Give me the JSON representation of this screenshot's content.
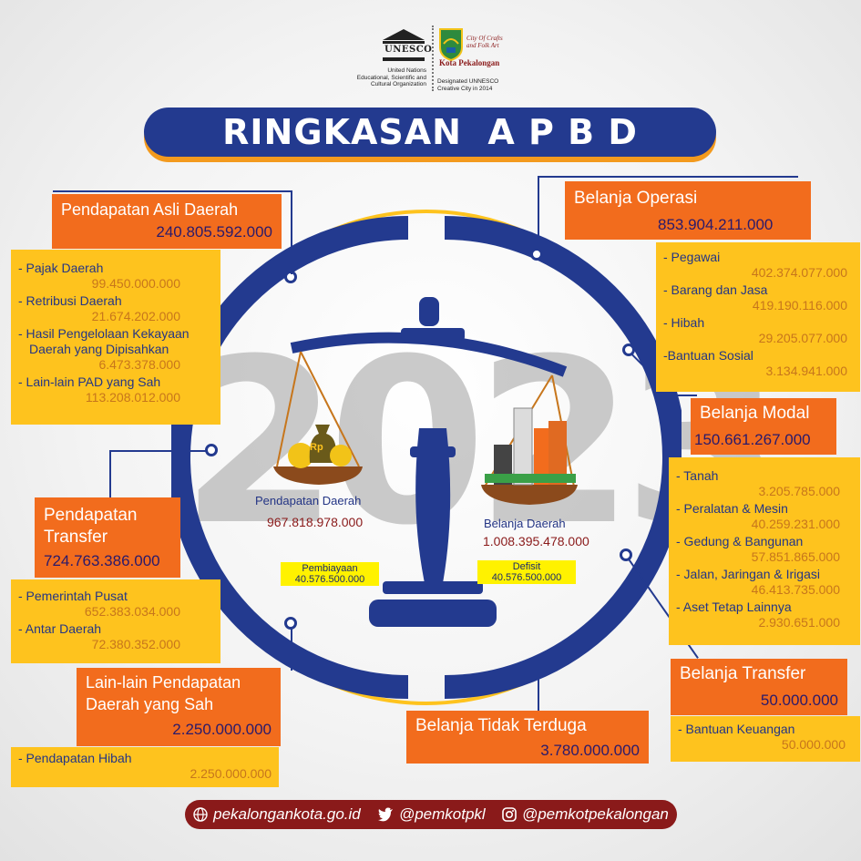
{
  "header": {
    "unesco_word": "UNESCO",
    "unesco_caption": [
      "United Nations",
      "Educational, Scientific and",
      "Cultural Organization"
    ],
    "city_tagline": [
      "City Of Crafts",
      "and Folk Art"
    ],
    "city_name": "Kota Pekalongan",
    "designation": [
      "Designated UNNESCO",
      "Creative City in 2014"
    ]
  },
  "title": "RINGKASAN  A P B D",
  "watermark_year": "2023",
  "left": {
    "pad": {
      "label": "Pendapatan Asli Daerah",
      "value": "240.805.592.000",
      "items": [
        {
          "label": "- Pajak Daerah",
          "value": "99.450.000.000"
        },
        {
          "label": "- Retribusi Daerah",
          "value": "21.674.202.000"
        },
        {
          "label": "- Hasil Pengelolaan Kekayaan",
          "label2": "Daerah yang Dipisahkan",
          "value": "6.473.378.000"
        },
        {
          "label": "- Lain-lain PAD yang Sah",
          "value": "113.208.012.000"
        }
      ]
    },
    "transfer": {
      "label1": "Pendapatan",
      "label2": "Transfer",
      "value": "724.763.386.000",
      "items": [
        {
          "label": "- Pemerintah Pusat",
          "value": "652.383.034.000"
        },
        {
          "label": "- Antar Daerah",
          "value": "72.380.352.000"
        }
      ]
    },
    "lain": {
      "label1": "Lain-lain Pendapatan",
      "label2": "Daerah yang Sah",
      "value": "2.250.000.000",
      "items": [
        {
          "label": "- Pendapatan Hibah",
          "value": "2.250.000.000"
        }
      ]
    }
  },
  "right": {
    "operasi": {
      "label": "Belanja Operasi",
      "value": "853.904.211.000",
      "items": [
        {
          "label": "- Pegawai",
          "value": "402.374.077.000"
        },
        {
          "label": "- Barang dan Jasa",
          "value": "419.190.116.000"
        },
        {
          "label": "- Hibah",
          "value": "29.205.077.000"
        },
        {
          "label": "-Bantuan Sosial",
          "value": "3.134.941.000"
        }
      ]
    },
    "modal": {
      "label": "Belanja Modal",
      "value": "150.661.267.000",
      "items": [
        {
          "label": "- Tanah",
          "value": "3.205.785.000"
        },
        {
          "label": "- Peralatan & Mesin",
          "value": "40.259.231.000"
        },
        {
          "label": "- Gedung & Bangunan",
          "value": "57.851.865.000"
        },
        {
          "label": "- Jalan, Jaringan & Irigasi",
          "value": "46.413.735.000"
        },
        {
          "label": "- Aset Tetap Lainnya",
          "value": "2.930.651.000"
        }
      ]
    },
    "transfer": {
      "label": "Belanja Transfer",
      "value": "50.000.000",
      "items": [
        {
          "label": "- Bantuan Keuangan",
          "value": "50.000.000"
        }
      ]
    }
  },
  "bottom": {
    "tidak_terduga": {
      "label": "Belanja Tidak Terduga",
      "value": "3.780.000.000"
    }
  },
  "scale": {
    "pendapatan": {
      "label": "Pendapatan Daerah",
      "value": "967.818.978.000"
    },
    "belanja": {
      "label": "Belanja Daerah",
      "value": "1.008.395.478.000"
    },
    "pembiayaan": {
      "label": "Pembiayaan",
      "value": "40.576.500.000"
    },
    "defisit": {
      "label": "Defisit",
      "value": "40.576.500.000"
    },
    "money_symbol": "Rp"
  },
  "footer": {
    "website": "pekalongankota.go.id",
    "twitter": "@pemkotpkl",
    "instagram": "@pemkotpekalongan"
  },
  "colors": {
    "navy": "#233a8f",
    "orange": "#f26c1d",
    "yellow": "#fec31e",
    "value_text": "#c7761c",
    "footer": "#8a1a1a"
  }
}
